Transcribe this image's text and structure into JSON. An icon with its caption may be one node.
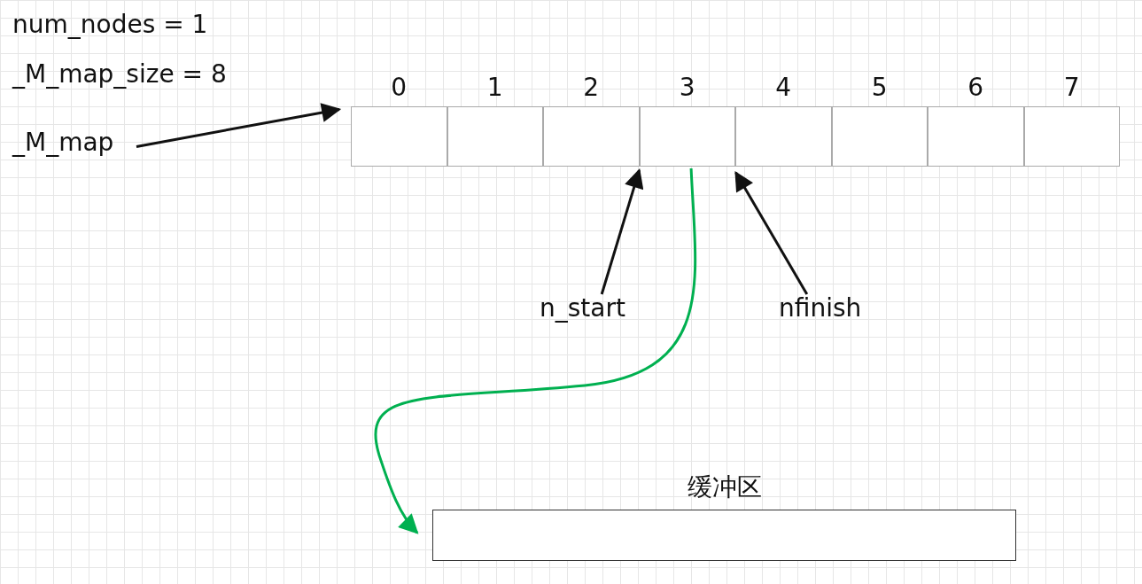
{
  "diagram": {
    "nodes": [
      {
        "text": [
          "_M_map"
        ]
      },
      {
        "text": [
          "0"
        ]
      },
      {
        "text": [
          "1"
        ]
      },
      {
        "text": [
          "2"
        ]
      },
      {
        "text": [
          "3"
        ]
      },
      {
        "text": [
          "4"
        ]
      },
      {
        "text": [
          "5"
        ]
      },
      {
        "text": [
          "6"
        ]
      },
      {
        "text": [
          "7"
        ]
      },
      {
        "text": [
          "n_start"
        ]
      },
      {
        "text": [
          "nfinish"
        ]
      },
      {
        "text": [
          "缓冲区"
        ]
      }
    ],
    "edges": [
      {
        "from": 0,
        "to": 1,
        "arrow": "to"
      },
      {
        "from": 9,
        "to": 4,
        "arrow": "to"
      },
      {
        "from": 10,
        "to": 5,
        "arrow": "to"
      },
      {
        "from": 4,
        "to": 11,
        "arrow": "to",
        "color": "#00b050"
      }
    ],
    "labels": [
      "num_nodes = 1",
      "_M_map_size = 8"
    ]
  }
}
